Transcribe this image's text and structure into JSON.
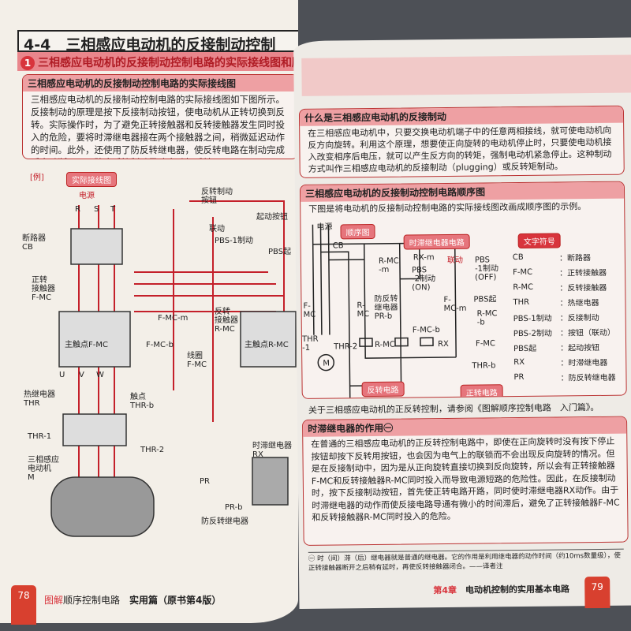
{
  "left_page": {
    "chapter_heading": "4-4　三相感应电动机的反接制动控制",
    "section_number": "1",
    "section_title": "三相感应电动机的反接制动控制电路的实际接线图和顺序图",
    "box_title": "三相感应电动机的反接制动控制电路的实际接线图",
    "box_text": "三相感应电动机的反接制动控制电路的实际接线图如下图所示。反接制动的原理是按下反接制动按钮，使电动机从正转切换到反转。实际操作时，为了避免正转接触器和反转接触器发生同时投入的危险，要将时滞继电器接在两个接触器之间，稍微延迟动作的时间。此外，还使用了防反转继电器，使反转电路在制动完成后自动断开，以防止反接制动导致电动机反转。",
    "example_label": "[例]",
    "diagram_tag": "实际接线图",
    "diagram_labels": {
      "power": "电源",
      "r": "R",
      "s": "S",
      "t": "T",
      "breaker": "断路器\nCB",
      "fwd_contactor": "正转\n接触器\nF-MC",
      "brake_button": "反转制动\n按钮",
      "pbs1": "PBS-1制动",
      "linked": "联动",
      "pbs_start": "PBS起",
      "start_button": "起动按钮",
      "fmc_m": "F-MC-m",
      "rev_contactor": "反转\n接触器\nR-MC",
      "main_fmc": "主触点F-MC",
      "main_rmc": "主触点R-MC",
      "fmc_b": "F-MC-b",
      "coil": "线圈\nF-MC",
      "u": "U",
      "v": "V",
      "w": "W",
      "thermal": "热继电器\nTHR",
      "contact": "触点\nTHR-b",
      "thr1": "THR-1",
      "thr2": "THR-2",
      "motor": "三相感应\n电动机\nM",
      "timer": "时滞继电器\nRX",
      "pr": "PR",
      "pr_b": "PR-b",
      "anti_rev": "防反转继电器"
    },
    "page_number": "78",
    "footer_brand": "图解",
    "footer_title": "顺序控制电路",
    "footer_volume": "实用篇（原书第4版）"
  },
  "right_page": {
    "box1": {
      "title": "什么是三相感应电动机的反接制动",
      "text": "在三相感应电动机中，只要交换电动机端子中的任意两相接线，就可使电动机向反方向旋转。利用这个原理，想要使正向旋转的电动机停止时，只要使电动机接入改变相序后电压，就可以产生反方向的转矩，强制电动机紧急停止。这种制动方式叫作三相感应电动机的反接制动（plugging）或反转矩制动。"
    },
    "box2": {
      "title": "三相感应电动机的反接制动控制电路顺序图",
      "text": "下图是将电动机的反接制动控制电路的实际接线图改画成顺序图的示例。",
      "tags": {
        "sequence": "顺序图",
        "timer_circuit": "时滞继电器电路",
        "reverse_circuit": "反转电路",
        "forward_circuit": "正转电路",
        "legend_title": "文字符号"
      },
      "labels": {
        "power": "电源",
        "cb": "CB",
        "fmc": "F-\nMC",
        "rmc": "R-\nMC",
        "thr1": "THR\n-1",
        "thr2": "THR-2",
        "motor": "M",
        "rmc_m": "R-MC\n-m",
        "rx_m": "RX-m",
        "pbs2": "PBS\n-2制动\n(ON)",
        "linked": "联动",
        "pbs1": "PBS\n-1制动\n(OFF)",
        "fmc_m": "F-\nMC-m",
        "pbs_start": "PBS起",
        "pr_b": "防反转\n继电器\nPR-b",
        "fmc_b": "F-MC-b",
        "rmc_b": "R-MC\n-b",
        "coil_rmc": "R-MC",
        "coil_rx": "RX",
        "coil_fmc": "F-MC",
        "thr_b": "THR-b"
      },
      "legend": [
        [
          "CB",
          "：断路器"
        ],
        [
          "F-MC",
          "：正转接触器"
        ],
        [
          "R-MC",
          "：反转接触器"
        ],
        [
          "THR",
          "：热继电器"
        ],
        [
          "PBS-1制动",
          "：反接制动"
        ],
        [
          "PBS-2制动",
          "：按钮（联动）"
        ],
        [
          "PBS起",
          "：起动按钮"
        ],
        [
          "RX",
          "：时滞继电器"
        ],
        [
          "PR",
          "：防反转继电器"
        ]
      ]
    },
    "note": "关于三相感应电动机的正反转控制，请参阅《图解顺序控制电路　入门篇》。",
    "box3": {
      "title": "时滞继电器的作用㊀",
      "text": "在普通的三相感应电动机的正反转控制电路中，即使在正向旋转时没有按下停止按钮却按下反转用按钮，也会因为电气上的联锁而不会出现反向旋转的情况。但是在反接制动中，因为是从正向旋转直接切换到反向旋转，所以会有正转接触器F-MC和反转接触器R-MC同时投入而导致电源短路的危险性。因此，在反接制动时，按下反接制动按钮，首先使正转电路开路，同时使时滞继电器RX动作。由于时滞继电器的动作而使反接电路导通有微小的时间滞后，避免了正转接触器F-MC和反转接触器R-MC同时投入的危险。"
    },
    "footnote": "㊀ 时（间）滞（后）继电器就是普通的继电器。它的作用是利用继电器的动作时间（约10ms数量级），使正转接触器断开之后稍有延时，再使反转接触器闭合。——译者注",
    "chapter": "第4章",
    "chapter_title": "电动机控制的实用基本电路",
    "page_number": "79"
  },
  "colors": {
    "accent_red": "#d8343c",
    "pink_bar": "#e9868c",
    "page": "#f3efe8",
    "background": "#4d5056"
  }
}
